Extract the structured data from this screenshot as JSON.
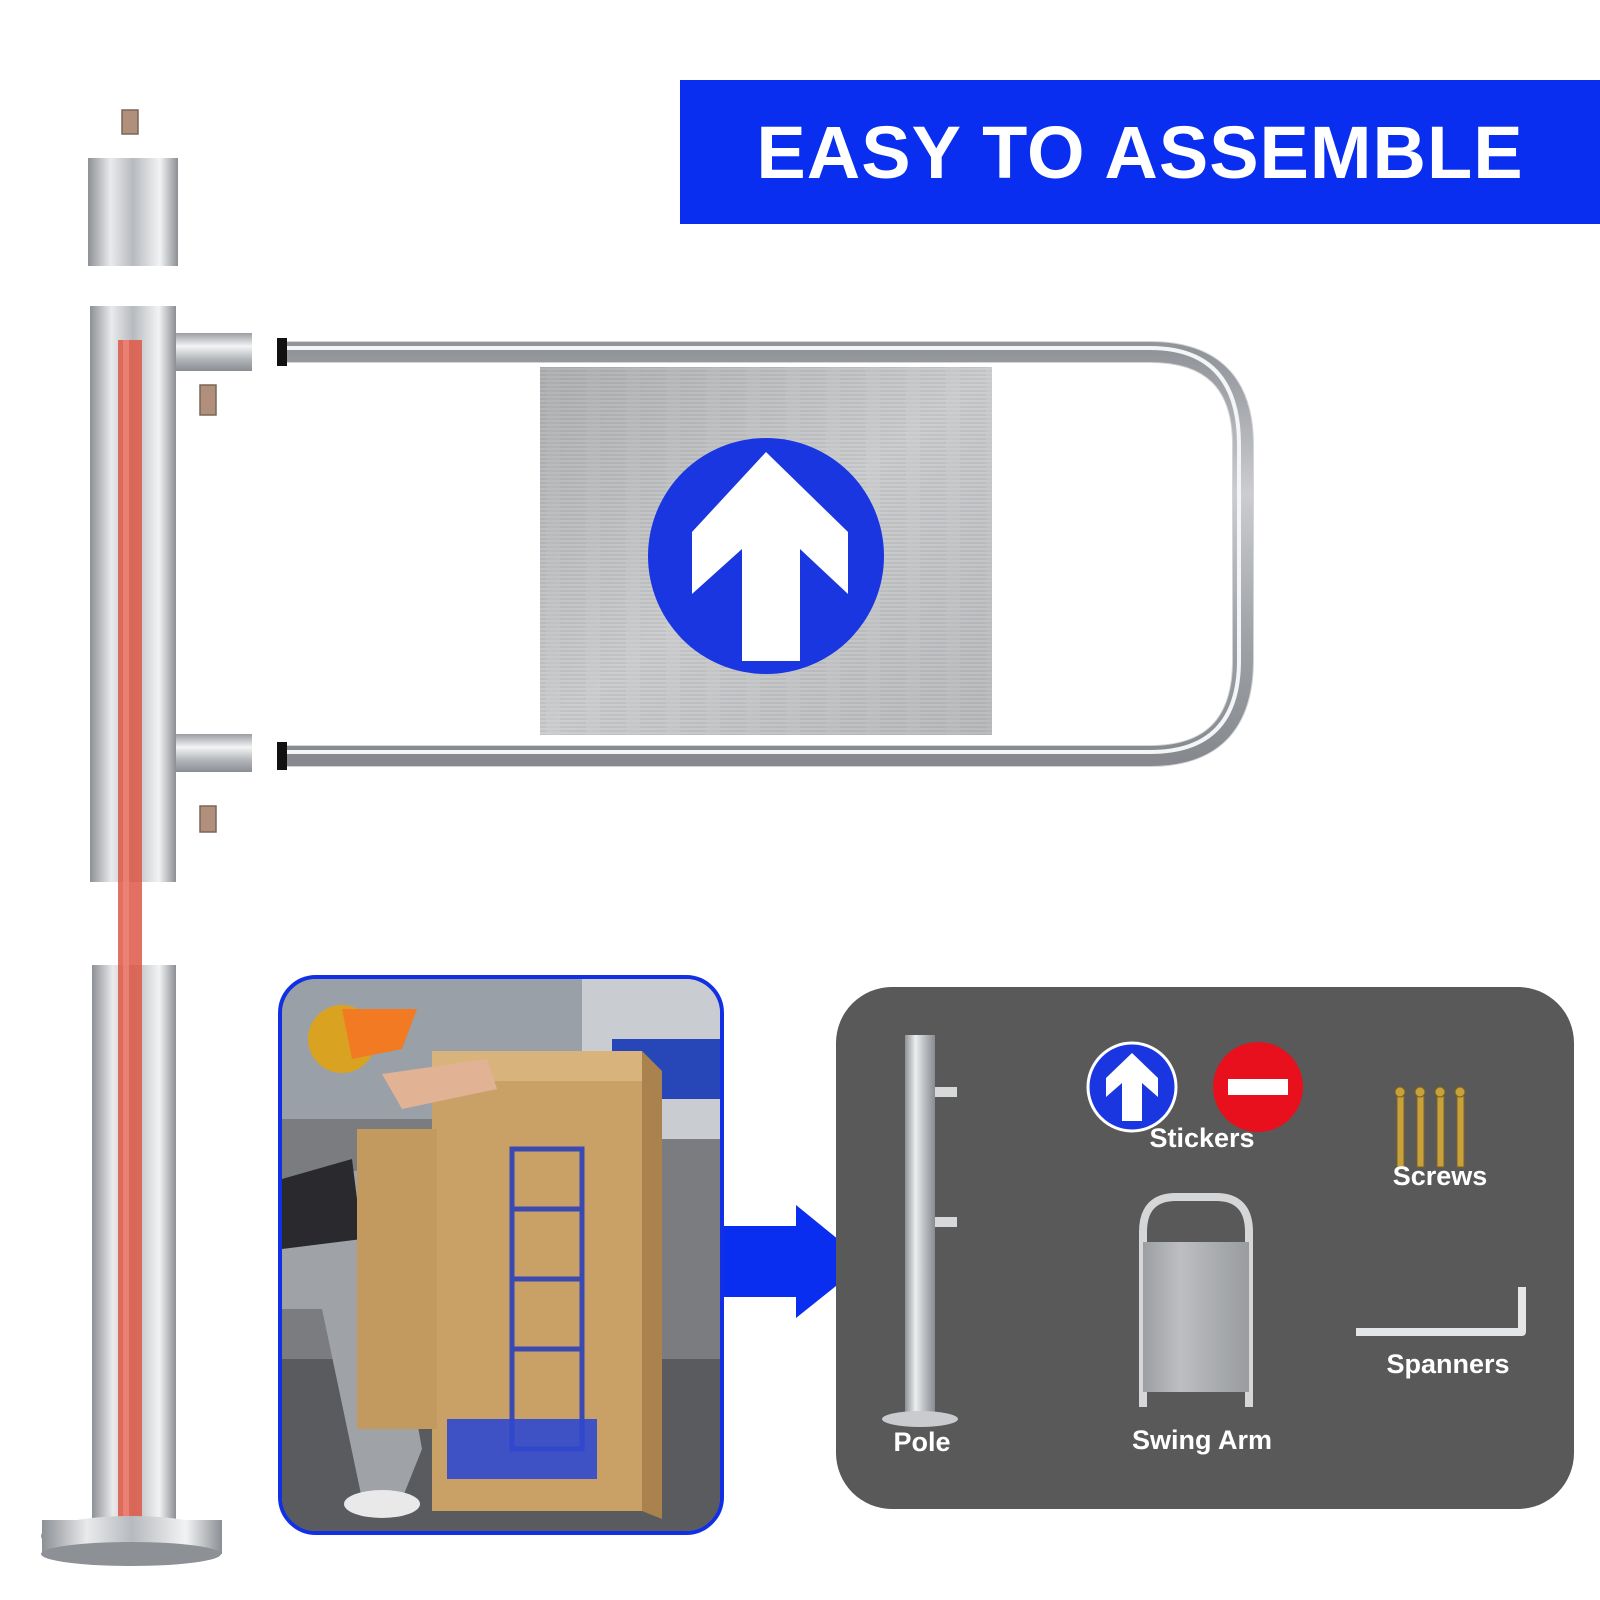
{
  "banner": {
    "title": "EASY TO ASSEMBLE"
  },
  "colors": {
    "banner_blue": "#0a2ef0",
    "sign_blue": "#1a36e0",
    "kit_panel": "#595959",
    "stop_red": "#e8101c",
    "steel": "#c9cbcf"
  },
  "icons": {
    "arrow_sign": "up-arrow-circle-icon",
    "stop_sign": "no-entry-icon",
    "transition": "right-arrow-icon"
  },
  "kit": {
    "items": [
      {
        "label": "Pole"
      },
      {
        "label": "Stickers"
      },
      {
        "label": "Screws"
      },
      {
        "label": "Swing Arm"
      },
      {
        "label": "Spanners"
      }
    ]
  }
}
